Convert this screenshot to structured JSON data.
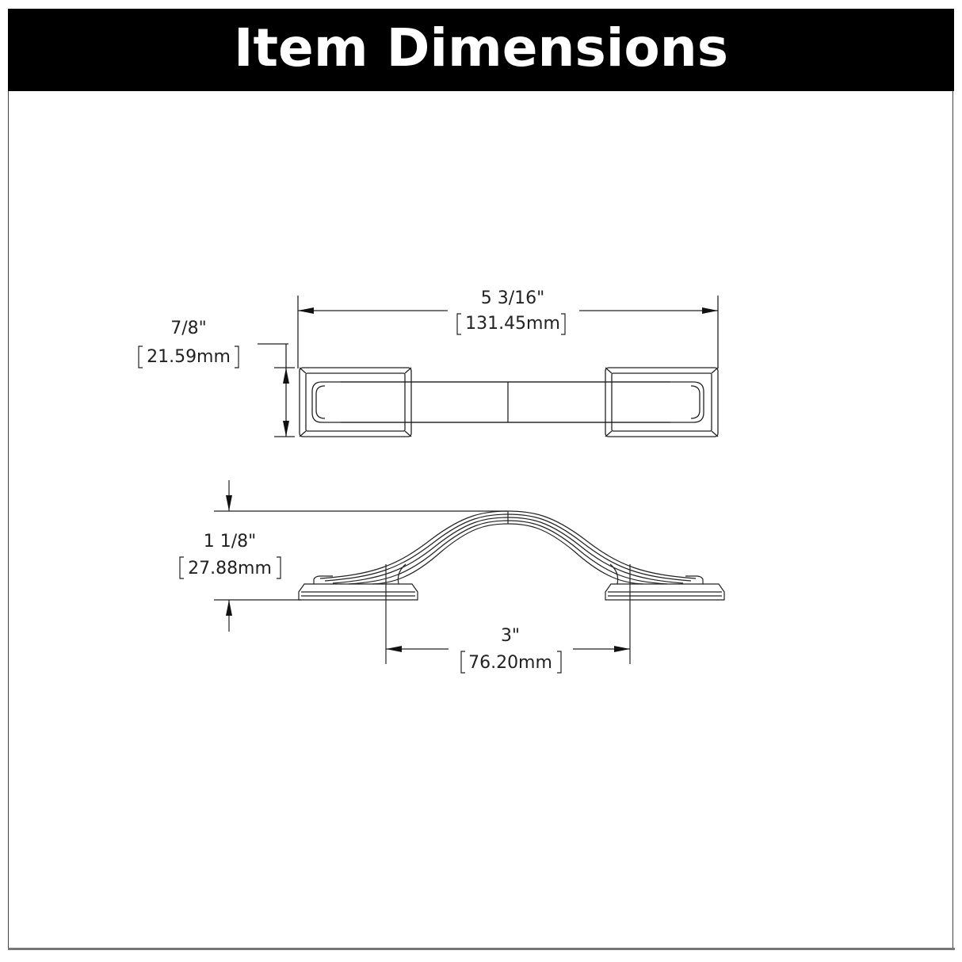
{
  "header": {
    "title": "Item Dimensions",
    "background": "#000000",
    "text_color": "#ffffff"
  },
  "dimensions": {
    "overall_length": {
      "imperial": "5 3/16\"",
      "metric": "131.45mm"
    },
    "width": {
      "imperial": "7/8\"",
      "metric": "21.59mm"
    },
    "projection": {
      "imperial": "1 1/8\"",
      "metric": "27.88mm"
    },
    "center_to_center": {
      "imperial": "3\"",
      "metric": "76.20mm"
    }
  },
  "views": {
    "top_view": "top-view-of-pull",
    "side_view": "side-view-of-pull"
  },
  "line_color": "#222222"
}
